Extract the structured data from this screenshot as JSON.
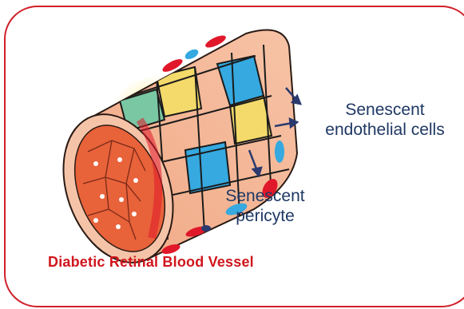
{
  "labels": {
    "endothelial_line1": "Senescent",
    "endothelial_line2": "endothelial cells",
    "pericyte_line1": "Senescent",
    "pericyte_line2": "pericyte"
  },
  "caption": "Diabetic Retinal Blood Vessel",
  "colors": {
    "frame": "#d0202a",
    "caption": "#d0161c",
    "label_text": "#1f3864",
    "arrow": "#2b3a6e",
    "lumen": "#e8623a",
    "cell_peach": "#f2b394",
    "cell_blue": "#35a9e0",
    "glow_yellow": "#f7e56a",
    "pericyte_red": "#e0182a"
  },
  "icons": [
    "blood-vessel-illustration",
    "arrow-icon"
  ]
}
